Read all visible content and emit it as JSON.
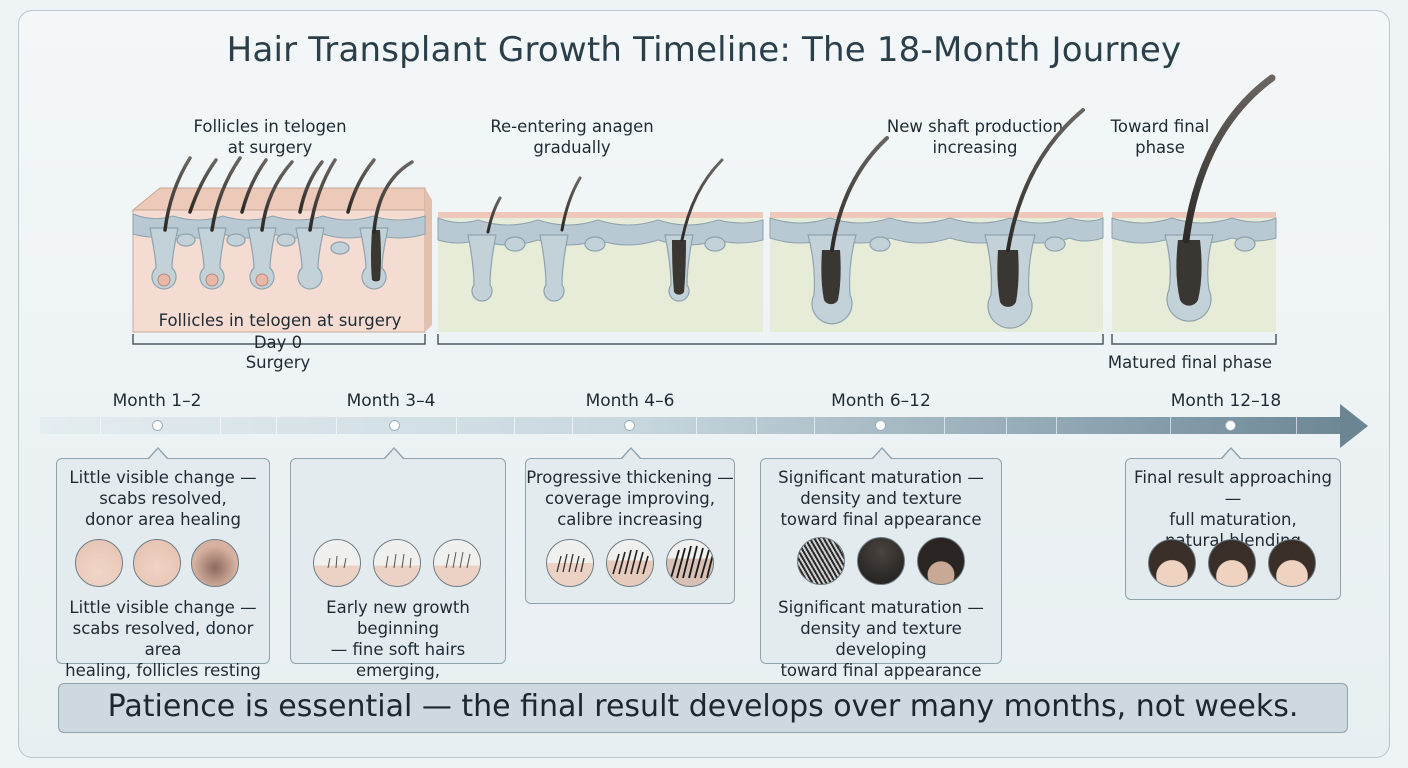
{
  "title": "Hair Transplant Growth Timeline: The 18-Month Journey",
  "stage_labels": {
    "telogen": "Follicles in telogen\nat surgery",
    "anagen": "Re-entering anagen\ngradually",
    "shaft": "New shaft production\nincreasing",
    "final": "Toward final\nphase"
  },
  "skin_caption": "Follicles in telogen at surgery",
  "day0": "Day 0",
  "surgery": "Surgery",
  "matured": "Matured final phase",
  "months": [
    "Month 1–2",
    "Month 3–4",
    "Month 4–6",
    "Month 6–12",
    "Month 12–18"
  ],
  "cards": [
    {
      "top": "Little visible change —\nscabs resolved,\ndonor area healing",
      "bottom": "Little visible change —\nscabs resolved, donor area\nhealing, follicles resting"
    },
    {
      "top": "",
      "bottom": "Early new growth beginning\n— fine soft hairs emerging,\nuneven density normal"
    },
    {
      "top": "Progressive thickening —\ncoverage improving,\ncalibre increasing",
      "bottom": ""
    },
    {
      "top": "Significant maturation —\ndensity and texture\ntoward final appearance",
      "bottom": "Significant maturation —\ndensity and texture developing\ntoward final appearance"
    },
    {
      "top": "Final result approaching —\nfull maturation,\nnatural blending",
      "bottom": ""
    }
  ],
  "banner": "Patience is essential — the final result develops over many months, not weeks.",
  "colors": {
    "skin_top": "#f3ddd2",
    "skin_body": "#f4dfd6",
    "dermis_green": "#e6ecd8",
    "follicle_blue": "#aebfc9",
    "hair": "#3a3632",
    "axis_dark": "#6b8593"
  }
}
